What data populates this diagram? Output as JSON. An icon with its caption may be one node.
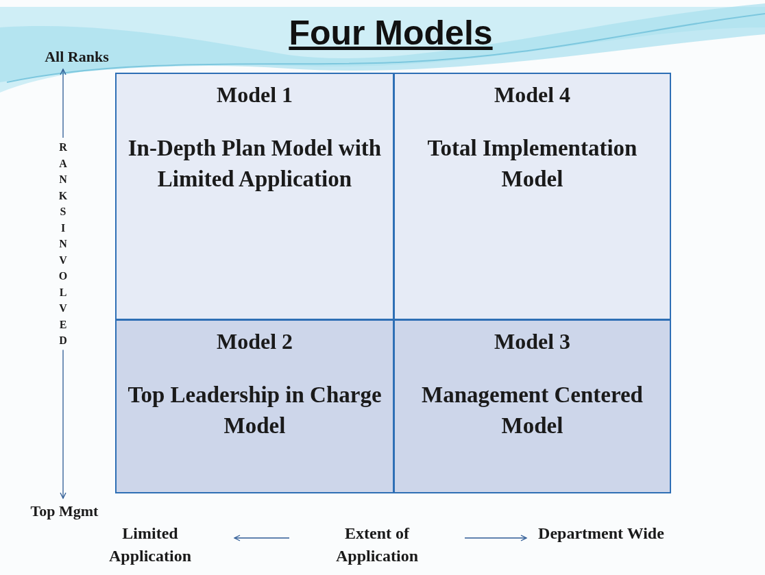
{
  "diagram": {
    "title": "Four Models",
    "nodes": [
      {
        "text": [
          "All Ranks"
        ]
      },
      {
        "text": [
          "Model 1",
          "In-Depth Plan Model with Limited Application"
        ]
      },
      {
        "text": [
          "Model 4",
          "Total Implementation Model"
        ]
      },
      {
        "text": [
          "RANKS INVOLVED"
        ]
      },
      {
        "text": [
          "Model 2",
          "Top Leadership in Charge Model"
        ]
      },
      {
        "text": [
          "Model 3",
          "Management Centered Model"
        ]
      },
      {
        "text": [
          "Top Mgmt"
        ]
      },
      {
        "text": [
          "Limited Application"
        ]
      },
      {
        "text": [
          "Extent of Application"
        ]
      },
      {
        "text": [
          "Department Wide"
        ]
      }
    ],
    "edges": [
      {
        "from": 3,
        "to": 0,
        "arrow": "to"
      },
      {
        "from": 3,
        "to": 6,
        "arrow": "to"
      },
      {
        "from": 8,
        "to": 7,
        "arrow": "to"
      },
      {
        "from": 8,
        "to": 9,
        "arrow": "to"
      }
    ]
  }
}
